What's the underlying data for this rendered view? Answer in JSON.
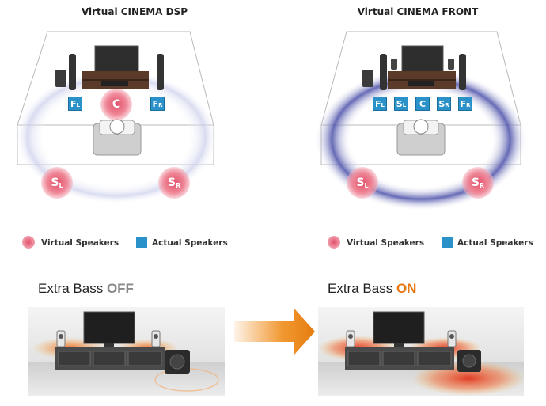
{
  "left_panel": {
    "title": "Virtual CINEMA DSP",
    "actual_speakers": [
      {
        "main": "F",
        "sub": "L"
      },
      {
        "main": "F",
        "sub": "R"
      }
    ],
    "virtual_speakers": [
      {
        "main": "C",
        "sub": ""
      },
      {
        "main": "S",
        "sub": "L"
      },
      {
        "main": "S",
        "sub": "R"
      }
    ],
    "legend_virtual": "Virtual Speakers",
    "legend_actual": "Actual Speakers"
  },
  "right_panel": {
    "title": "Virtual CINEMA FRONT",
    "actual_speakers": [
      {
        "main": "F",
        "sub": "L"
      },
      {
        "main": "S",
        "sub": "L"
      },
      {
        "main": "C",
        "sub": ""
      },
      {
        "main": "S",
        "sub": "R"
      },
      {
        "main": "F",
        "sub": "R"
      }
    ],
    "virtual_speakers": [
      {
        "main": "S",
        "sub": "L"
      },
      {
        "main": "S",
        "sub": "R"
      }
    ],
    "legend_virtual": "Virtual Speakers",
    "legend_actual": "Actual Speakers"
  },
  "bass_off": {
    "label": "Extra Bass",
    "state": "OFF"
  },
  "bass_on": {
    "label": "Extra Bass",
    "state": "ON"
  },
  "colors": {
    "actual_speaker": "#2a92c9",
    "virtual_speaker": "#e2506a",
    "state_off": "#8a8a8a",
    "state_on": "#e8770f",
    "arrow": "#f08c1a"
  }
}
